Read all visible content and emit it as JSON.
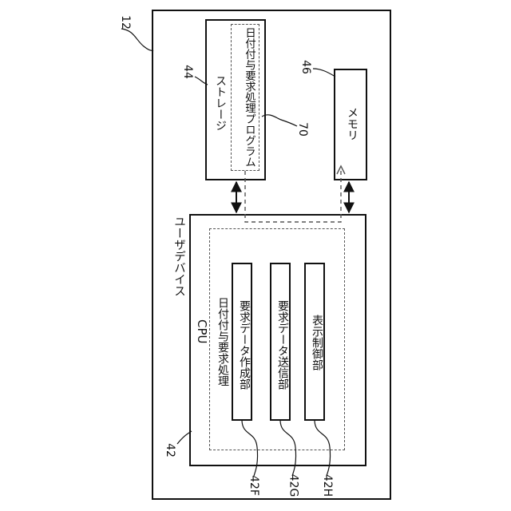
{
  "refs": {
    "device": "12",
    "storage": "44",
    "program": "70",
    "memory": "46",
    "cpu": "42",
    "creator": "42F",
    "sender": "42G",
    "display": "42H"
  },
  "device": {
    "label": "ユーザデバイス"
  },
  "storage": {
    "label": "ストレージ",
    "program_label": "日付付与要求処理プログラム"
  },
  "memory": {
    "label": "メモリ"
  },
  "cpu": {
    "label": "CPU",
    "process_label": "日付付与要求処理",
    "units": [
      {
        "label": "要求データ作成部"
      },
      {
        "label": "要求データ送信部"
      },
      {
        "label": "表示制御部"
      }
    ]
  }
}
